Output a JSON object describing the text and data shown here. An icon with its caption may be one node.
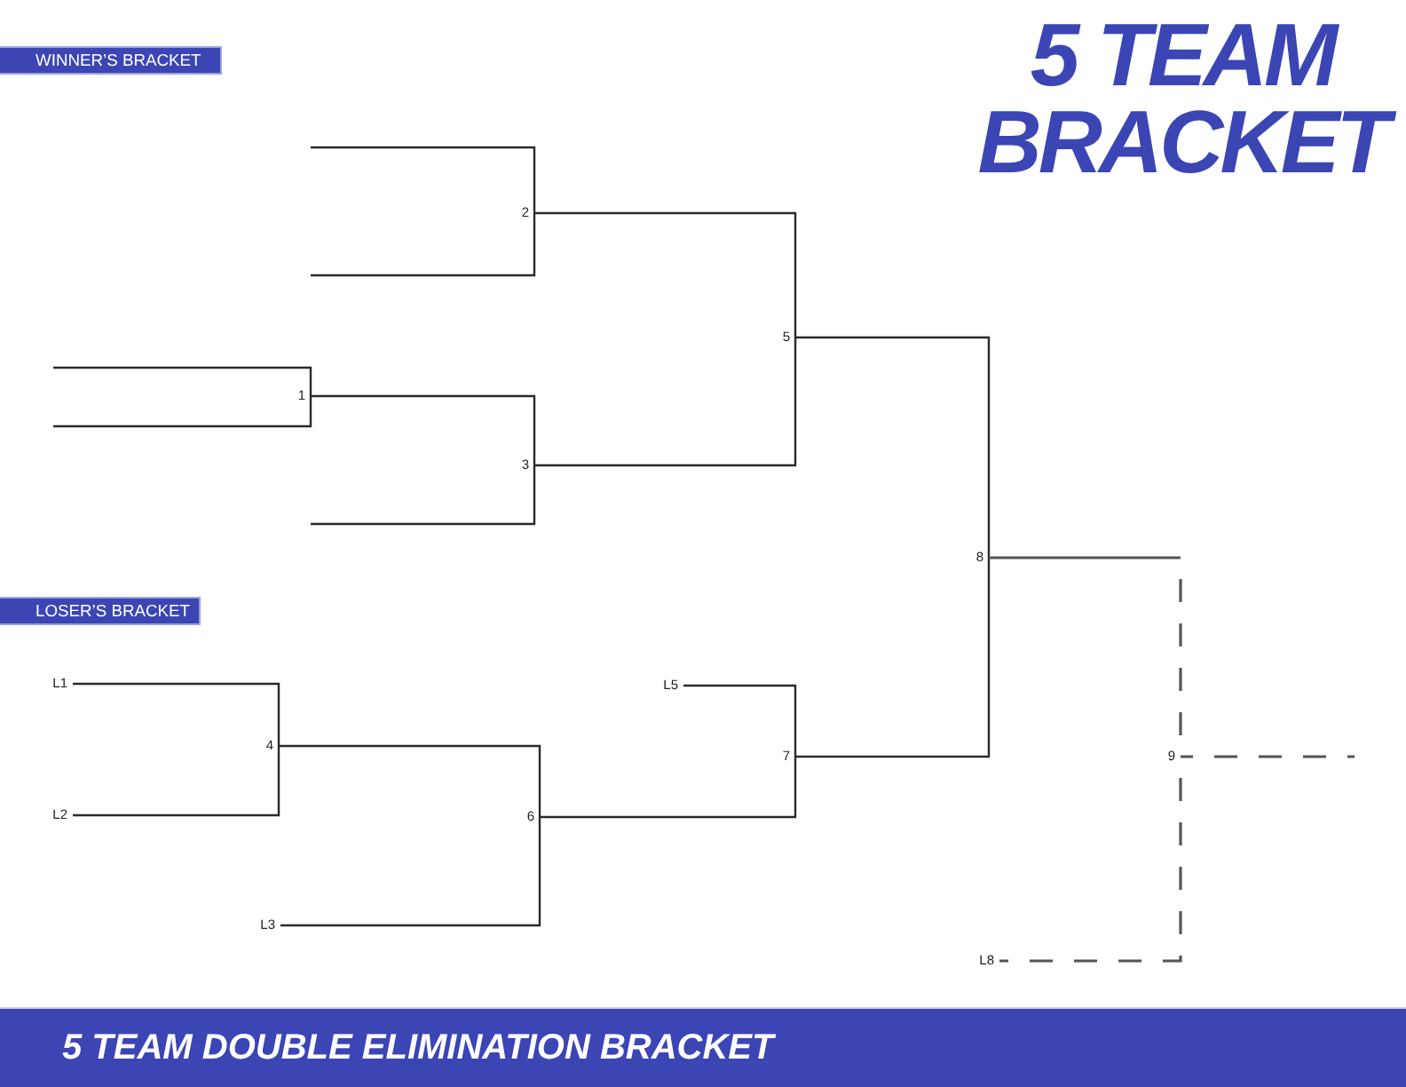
{
  "diagram": {
    "title": "5 TEAM BRACKET",
    "caption": "5 TEAM DOUBLE ELIMINATION BRACKET",
    "nodes": [
      {
        "text": [
          "WINNER’S BRACKET"
        ]
      },
      {
        "text": [
          "2"
        ]
      },
      {
        "text": [
          "5"
        ]
      },
      {
        "text": [
          "1"
        ]
      },
      {
        "text": [
          "3"
        ]
      },
      {
        "text": [
          "8"
        ]
      },
      {
        "text": [
          "LOSER’S BRACKET"
        ]
      },
      {
        "text": [
          "L1"
        ]
      },
      {
        "text": [
          "L5"
        ]
      },
      {
        "text": [
          "4"
        ]
      },
      {
        "text": [
          "7"
        ]
      },
      {
        "text": [
          "9"
        ]
      },
      {
        "text": [
          "L2"
        ]
      },
      {
        "text": [
          "6"
        ]
      },
      {
        "text": [
          "L3"
        ]
      },
      {
        "text": [
          "L8"
        ]
      }
    ],
    "edges": [
      {
        "from": null,
        "to": 1,
        "arrow": "none"
      },
      {
        "from": null,
        "to": 1,
        "arrow": "none"
      },
      {
        "from": null,
        "to": 3,
        "arrow": "none"
      },
      {
        "from": null,
        "to": 3,
        "arrow": "none"
      },
      {
        "from": 3,
        "to": 4,
        "arrow": "none"
      },
      {
        "from": null,
        "to": 4,
        "arrow": "none"
      },
      {
        "from": 1,
        "to": 2,
        "arrow": "none"
      },
      {
        "from": 4,
        "to": 2,
        "arrow": "none"
      },
      {
        "from": 2,
        "to": 5,
        "arrow": "none"
      },
      {
        "from": 7,
        "to": 9,
        "arrow": "none"
      },
      {
        "from": 12,
        "to": 9,
        "arrow": "none"
      },
      {
        "from": 9,
        "to": 13,
        "arrow": "none"
      },
      {
        "from": 14,
        "to": 13,
        "arrow": "none"
      },
      {
        "from": 8,
        "to": 10,
        "arrow": "none"
      },
      {
        "from": 13,
        "to": 10,
        "arrow": "none"
      },
      {
        "from": 10,
        "to": 5,
        "arrow": "none"
      },
      {
        "from": 5,
        "to": 11,
        "arrow": "none",
        "style": "dashed"
      },
      {
        "from": 15,
        "to": 11,
        "arrow": "none",
        "style": "dashed"
      },
      {
        "from": 11,
        "to": null,
        "arrow": "none",
        "style": "dashed"
      }
    ]
  }
}
